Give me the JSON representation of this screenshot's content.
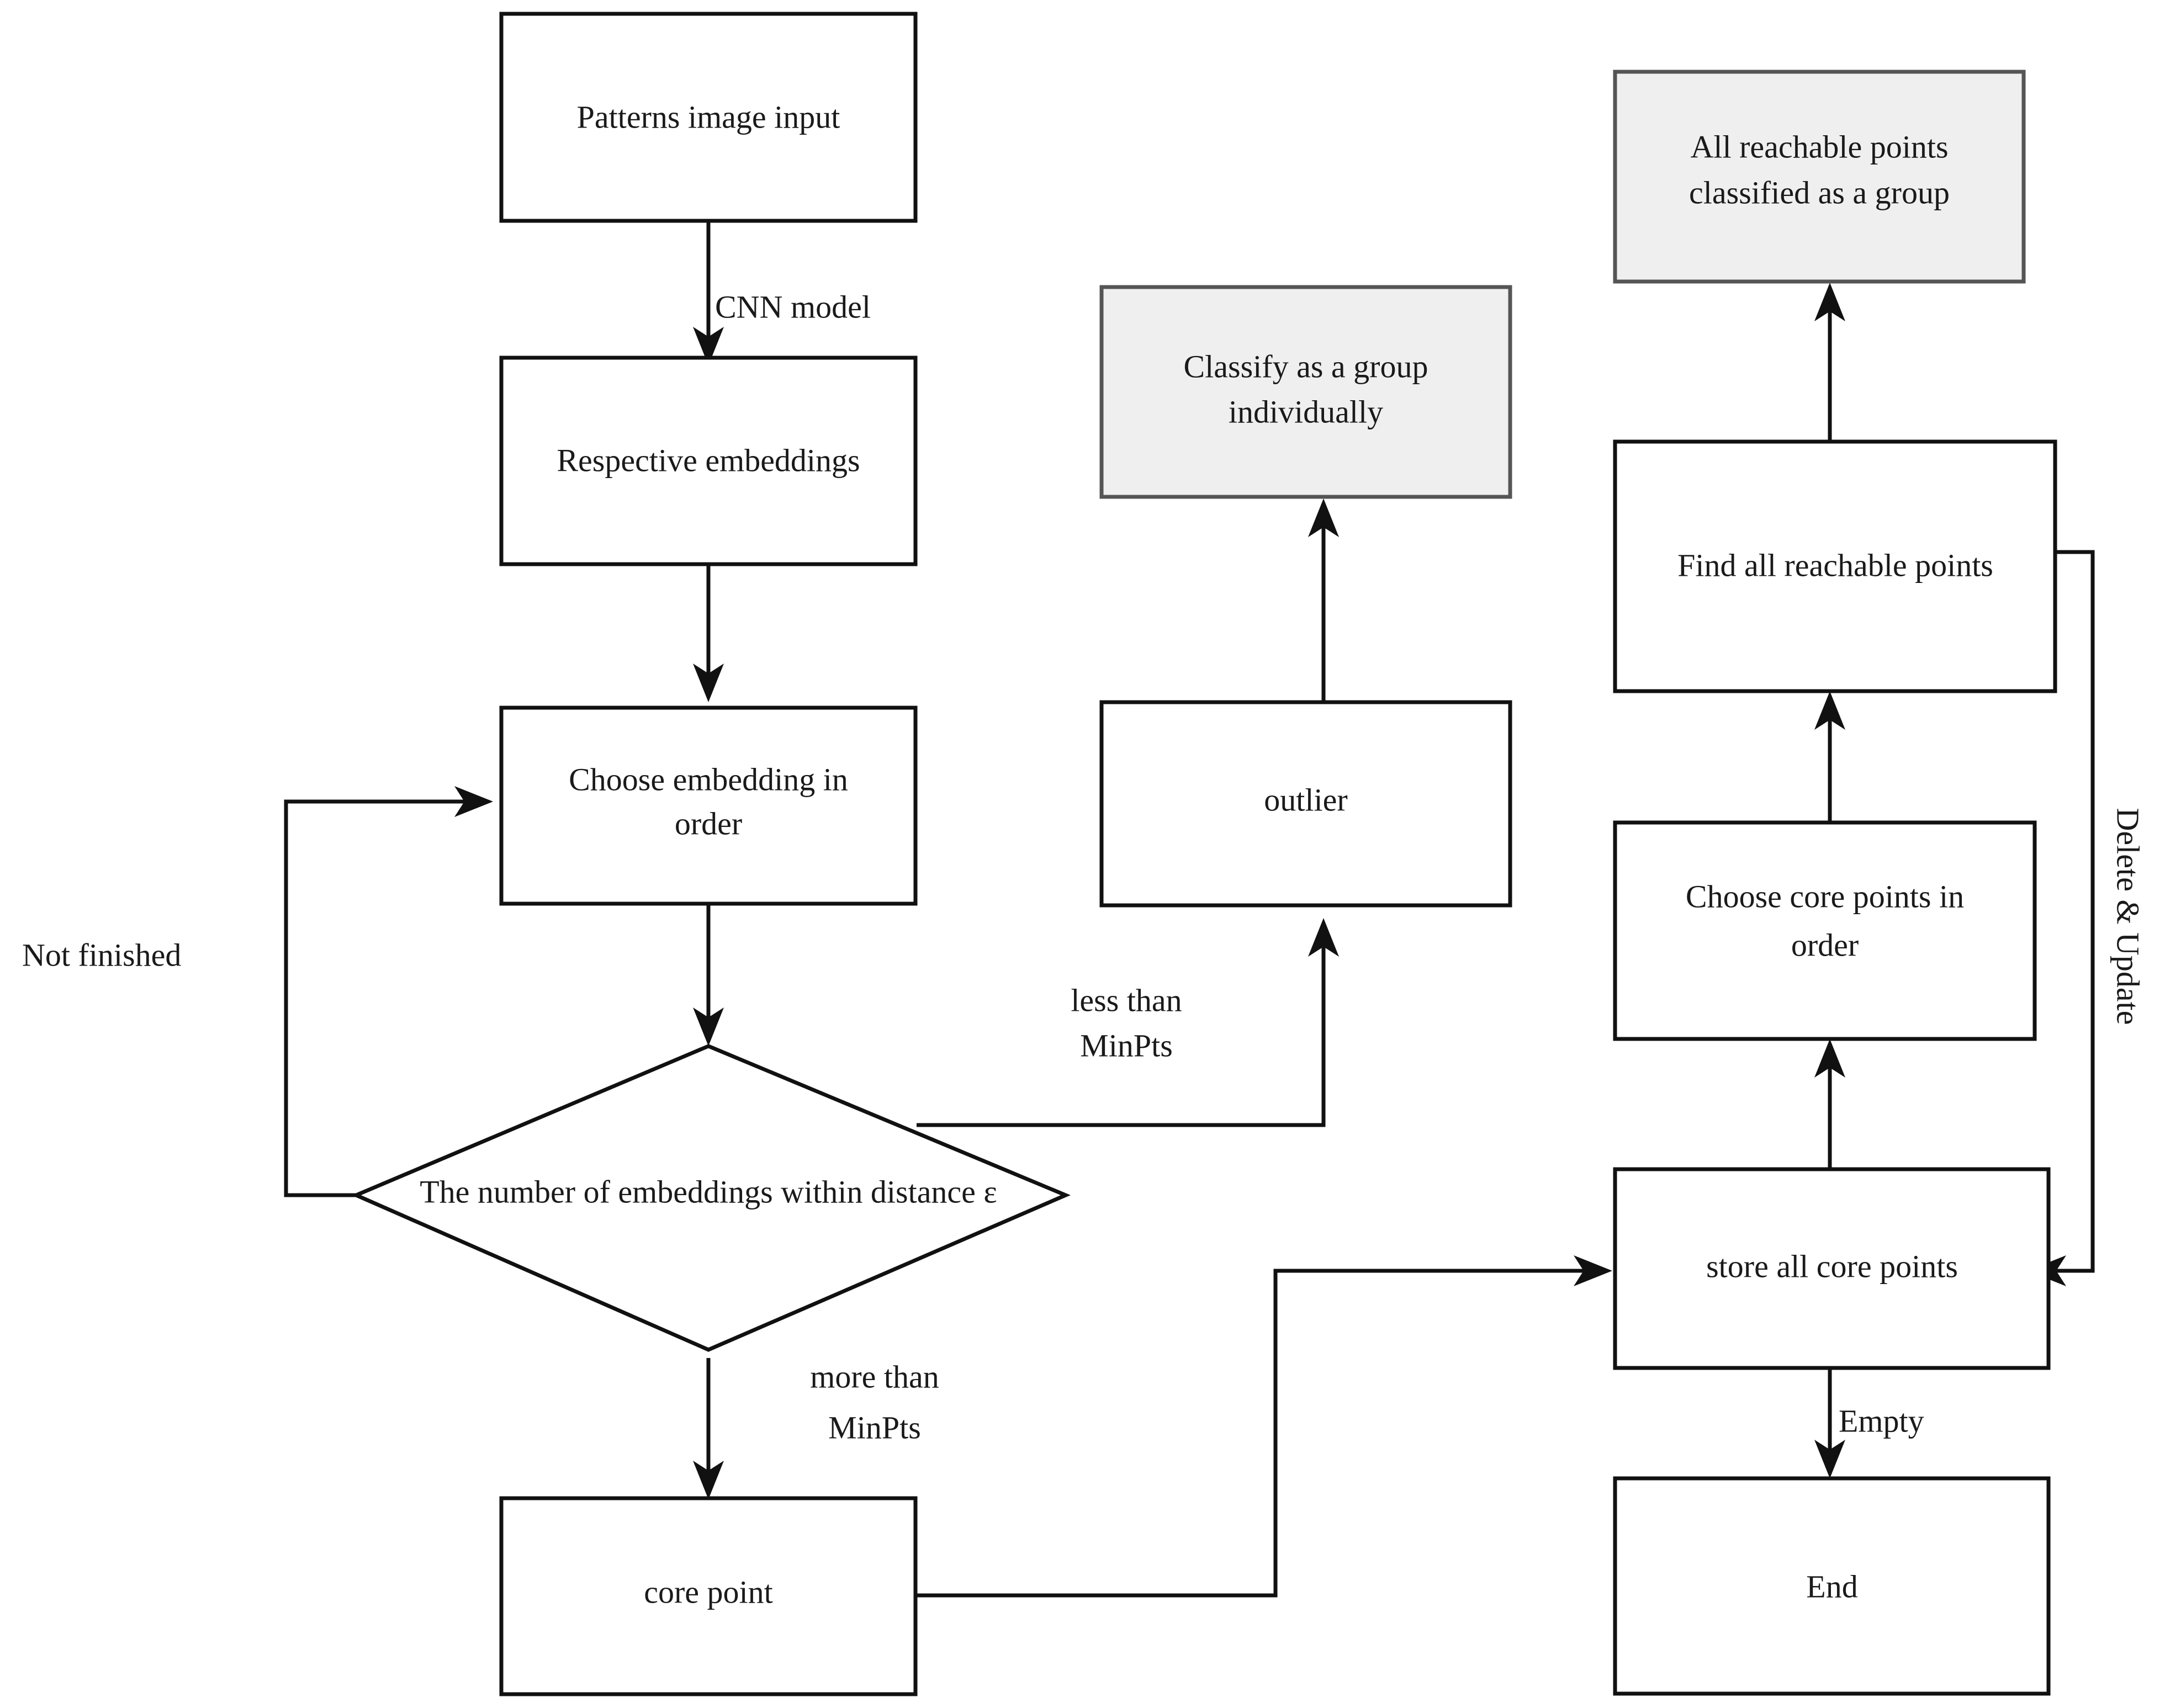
{
  "diagram": {
    "type": "flowchart",
    "title": "",
    "nodes": {
      "patterns_image_input": "Patterns image input",
      "respective_embeddings": "Respective embeddings",
      "choose_embedding_line1": "Choose embedding in",
      "choose_embedding_line2": "order",
      "decision_distance": "The number of embeddings within distance ε",
      "core_point": "core point",
      "outlier": "outlier",
      "classify_group_line1": "Classify as a group",
      "classify_group_line2": "individually",
      "all_reachable_line1": "All reachable points",
      "all_reachable_line2": "classified as a group",
      "find_all_reachable": "Find all reachable points",
      "choose_core_points_line1": "Choose core points in",
      "choose_core_points_line2": "order",
      "store_all_core_points": "store all core points",
      "end": "End"
    },
    "edge_labels": {
      "cnn_model": "CNN model",
      "not_finished": "Not finished",
      "less_than_line1": "less than",
      "less_than_line2": "MinPts",
      "more_than_line1": "more than",
      "more_than_line2": "MinPts",
      "empty": "Empty",
      "delete_update": "Delete & Update"
    },
    "colors": {
      "stroke": "#111111",
      "node_fill": "#ffffff",
      "shaded_fill": "#efefef",
      "shaded_stroke": "#555555",
      "text": "#1a1a1a",
      "background": "#ffffff"
    }
  }
}
